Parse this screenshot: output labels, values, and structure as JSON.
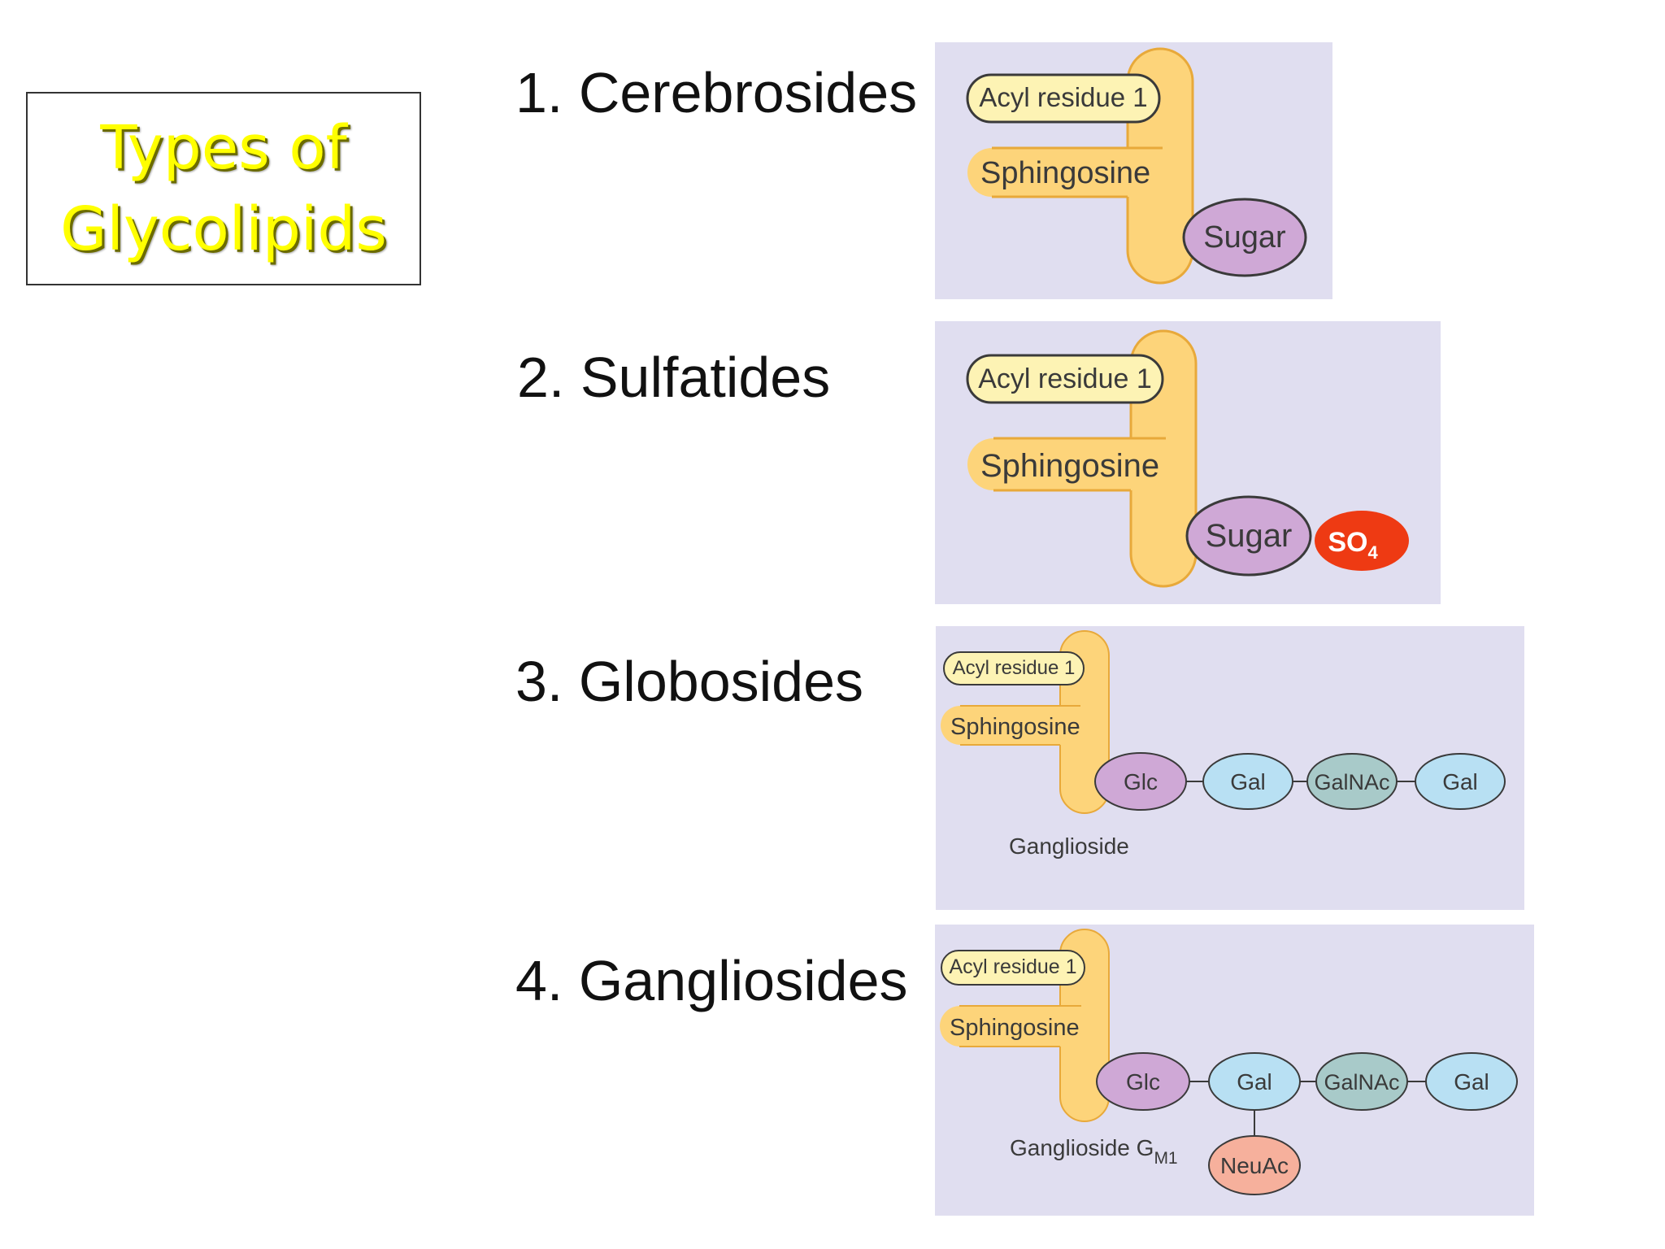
{
  "title": {
    "line1": "Types of",
    "line2": "Glycolipids"
  },
  "colors": {
    "panel": "#e0def0",
    "lipid": "#fdd47a",
    "lipid_stroke": "#e8a93a",
    "acyl_fill": "#fdf3b4",
    "sugar": "#cfa8d6",
    "gal": "#b8e0f3",
    "galnac": "#a8cac9",
    "neuac": "#f6b09c",
    "so4": "#ee3a13"
  },
  "items": [
    {
      "heading": "1. Cerebrosides",
      "acyl": "Acyl residue 1",
      "sphingosine": "Sphingosine",
      "sugar": "Sugar"
    },
    {
      "heading": "2. Sulfatides",
      "acyl": "Acyl residue 1",
      "sphingosine": "Sphingosine",
      "sugar": "Sugar",
      "so4": "SO",
      "so4_sub": "4"
    },
    {
      "heading": "3. Globosides",
      "acyl": "Acyl residue 1",
      "sphingosine": "Sphingosine",
      "glc": "Glc",
      "gal1": "Gal",
      "galnac": "GalNAc",
      "gal2": "Gal",
      "caption": "Ganglioside"
    },
    {
      "heading": "4. Gangliosides",
      "acyl": "Acyl residue 1",
      "sphingosine": "Sphingosine",
      "glc": "Glc",
      "gal1": "Gal",
      "galnac": "GalNAc",
      "gal2": "Gal",
      "neuac": "NeuAc",
      "caption": "Ganglioside G",
      "caption_sub": "M1"
    }
  ]
}
